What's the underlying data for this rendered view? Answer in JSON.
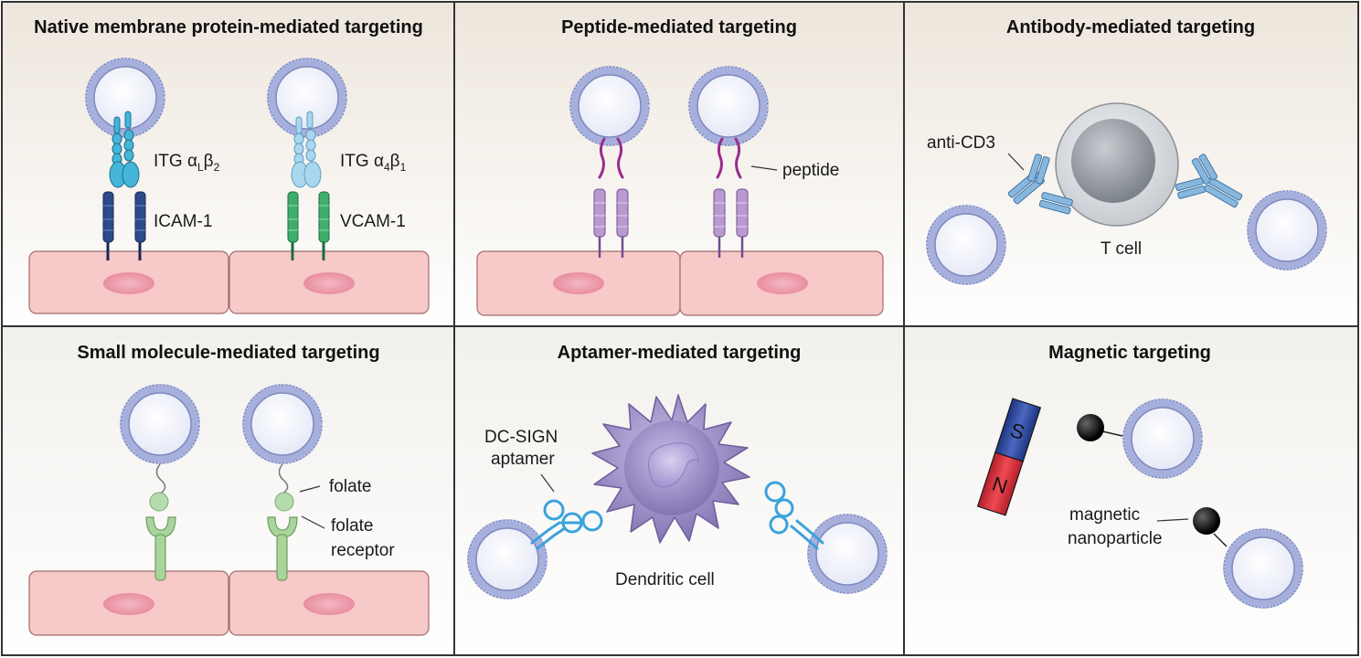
{
  "panels": [
    {
      "title": "Native membrane protein-mediated targeting",
      "labels": {
        "itg1": "ITG α",
        "itg1_sub1": "L",
        "itg1_beta": "β",
        "itg1_sub2": "2",
        "itg2": "ITG α",
        "itg2_sub1": "4",
        "itg2_beta": "β",
        "itg2_sub2": "1",
        "icam": "ICAM-1",
        "vcam": "VCAM-1"
      }
    },
    {
      "title": "Peptide-mediated targeting",
      "labels": {
        "peptide": "peptide"
      }
    },
    {
      "title": "Antibody-mediated targeting",
      "labels": {
        "anti": "anti-CD3",
        "tcell": "T cell"
      }
    },
    {
      "title": "Small molecule-mediated targeting",
      "labels": {
        "folate": "folate",
        "receptor1": "folate",
        "receptor2": "receptor"
      }
    },
    {
      "title": "Aptamer-mediated targeting",
      "labels": {
        "aptamer1": "DC-SIGN",
        "aptamer2": "aptamer",
        "dc": "Dendritic cell"
      }
    },
    {
      "title": "Magnetic targeting",
      "labels": {
        "s": "S",
        "n": "N",
        "mag1": "magnetic",
        "mag2": "nanoparticle"
      }
    }
  ],
  "colors": {
    "vesicle_ring": "#9fa9d6",
    "vesicle_fill": "#eef0fa",
    "cell_fill": "#f7c9c9",
    "nucleus": "#ee9fae",
    "itg1": "#45b5d8",
    "icam": "#2d4a8a",
    "itg2": "#a9d7ee",
    "vcam": "#3fae6a",
    "peptide": "#9b2b8f",
    "peptide_receptor": "#b99ad0",
    "antibody": "#89b6dc",
    "tcell": "#d5d8dc",
    "folate": "#b5dcae",
    "aptamer": "#3aa3dc",
    "dendritic": "#9b8ec2",
    "magnet_s": "#2f4aa0",
    "magnet_n": "#d3303a"
  }
}
